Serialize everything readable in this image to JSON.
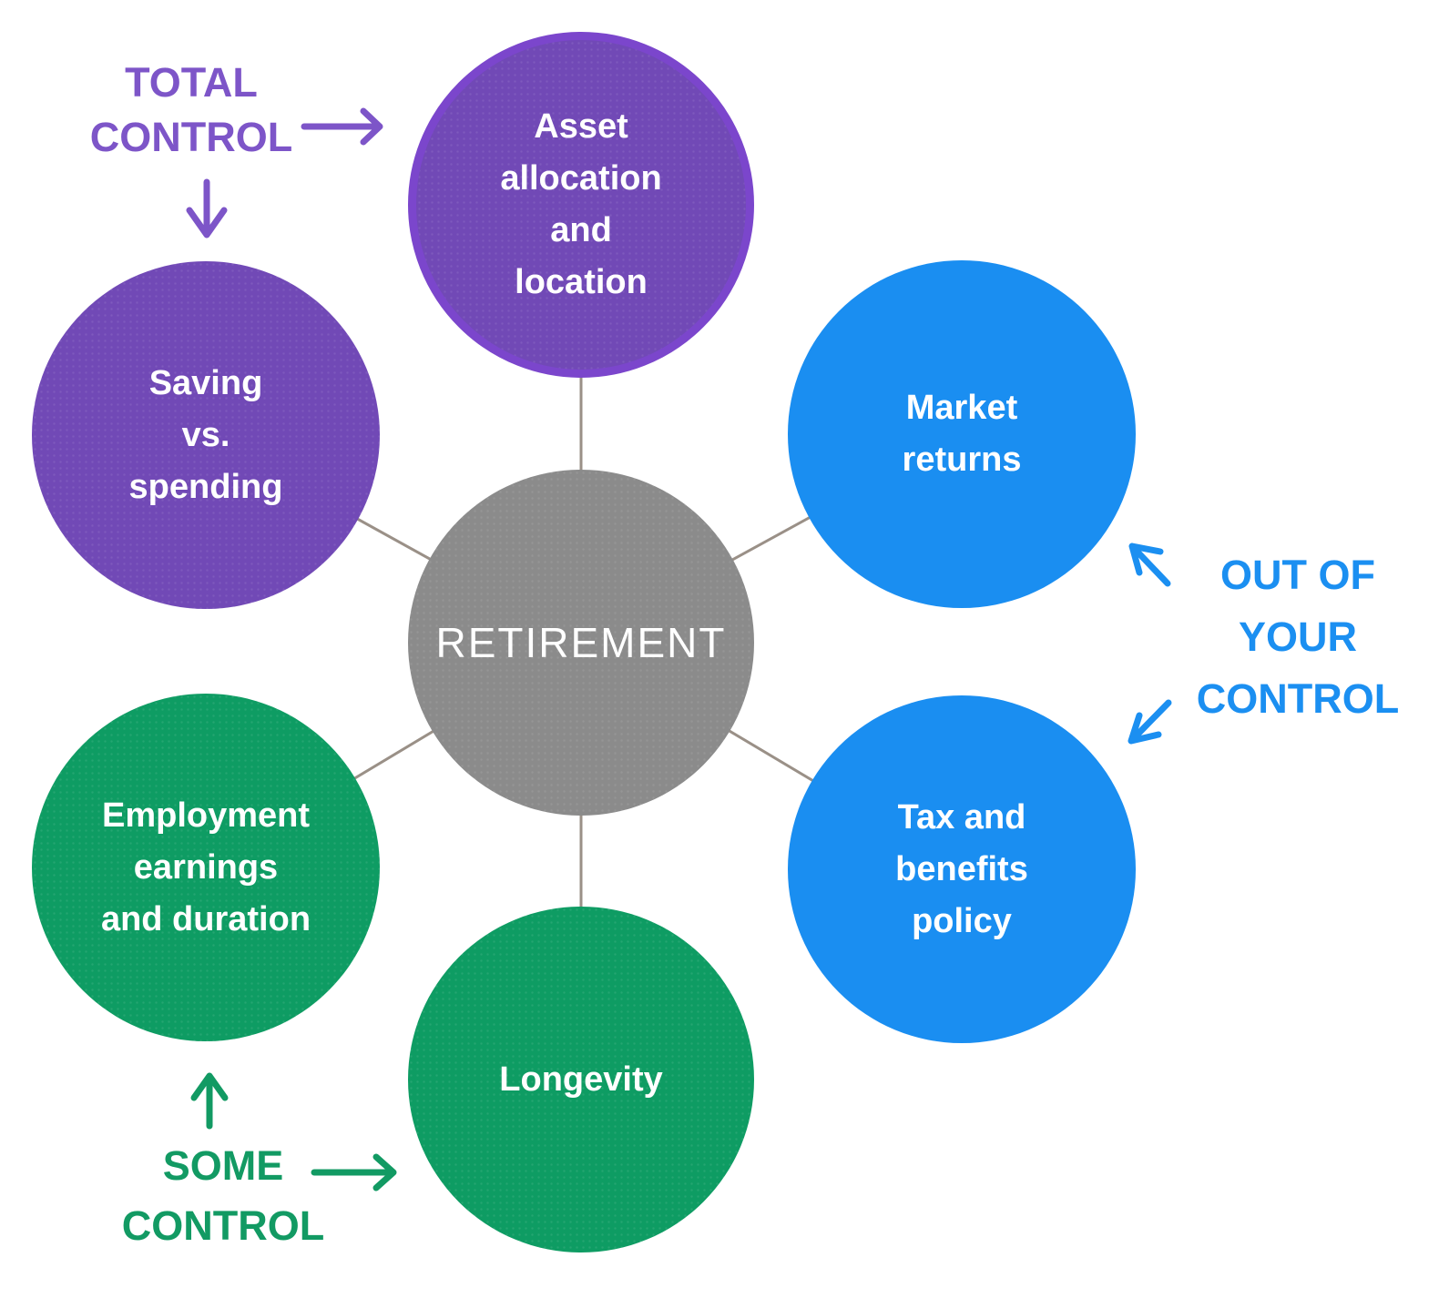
{
  "colors": {
    "bg": "#ffffff",
    "purple": "#7149b6",
    "purple-rim": "#7b46cc",
    "purple-text": "#7d55c8",
    "blue": "#1a8ef1",
    "blue-text": "#1b8ff1",
    "green": "#0e9c63",
    "green-text": "#129a63",
    "gray": "#8b8b8b",
    "line": "#9a9087",
    "white": "#ffffff"
  },
  "center": {
    "label": "RETIREMENT"
  },
  "nodes": [
    {
      "label": "Asset\nallocation\nand\nlocation"
    },
    {
      "label": "Saving\nvs.\nspending"
    },
    {
      "label": "Market\nreturns"
    },
    {
      "label": "Tax and\nbenefits\npolicy"
    },
    {
      "label": "Employment\nearnings\nand duration"
    },
    {
      "label": "Longevity"
    }
  ],
  "annotations": {
    "total_control": {
      "label": "TOTAL\nCONTROL"
    },
    "out_of_your_control": {
      "label": "OUT OF\nYOUR\nCONTROL"
    },
    "some_control": {
      "label": "SOME\nCONTROL"
    }
  },
  "icons": {
    "arrow_right": "→",
    "arrow_down": "↓",
    "arrow_up": "↑",
    "arrow_up_left": "↖",
    "arrow_down_left": "↙"
  }
}
